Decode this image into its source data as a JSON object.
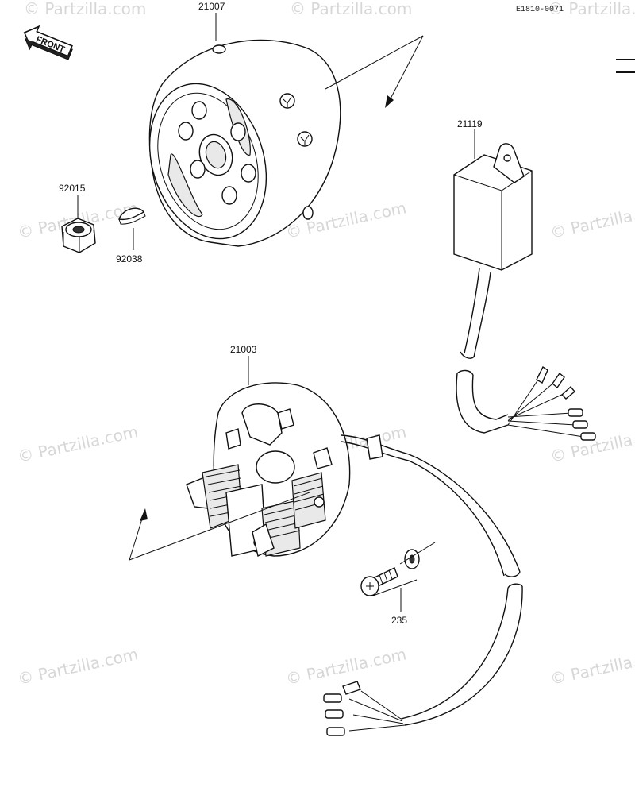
{
  "drawing_code": "E1810-0071",
  "front_label": "FRONT",
  "watermarks": [
    {
      "id": "wm1",
      "text": "© Partzilla.com"
    },
    {
      "id": "wm2",
      "text": "© Partzilla.com"
    },
    {
      "id": "wm3",
      "text": "© Partzilla.com"
    },
    {
      "id": "wm4",
      "text": "© Partzilla.com"
    },
    {
      "id": "wm5",
      "text": "© Partzilla.com"
    },
    {
      "id": "wm6",
      "text": "© Partzilla.com"
    },
    {
      "id": "wm7",
      "text": "© Partzilla.com"
    },
    {
      "id": "wm8",
      "text": "© Partzilla.com"
    },
    {
      "id": "wm9",
      "text": "© Partzilla.com"
    },
    {
      "id": "wm10",
      "text": "© Partzilla.com"
    },
    {
      "id": "wm11",
      "text": "© Partzilla.com"
    },
    {
      "id": "wm12",
      "text": "© Partzilla.com"
    }
  ],
  "parts": {
    "rotor": "21007",
    "nut": "92015",
    "key": "92038",
    "cdi_unit": "21119",
    "stator": "21003",
    "screw": "235"
  }
}
